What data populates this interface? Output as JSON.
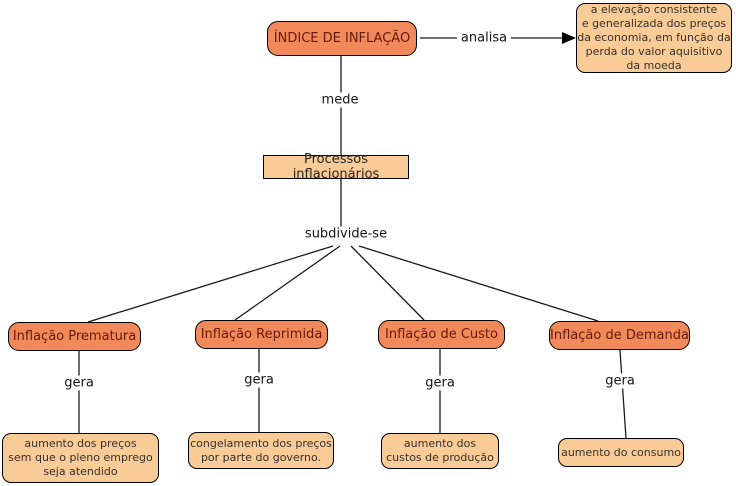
{
  "diagram": {
    "root_node": {
      "label": "ÍNDICE DE INFLAÇÃO"
    },
    "definition_node": {
      "text": "a elevação consistente\ne generalizada dos preços\nda economia, em função da\nperda do valor aquisitivo\nda moeda"
    },
    "process_node": {
      "label": "Processos inflacionários"
    },
    "links": {
      "analisa": "analisa",
      "mede": "mede",
      "subdivide": "subdivide-se"
    },
    "branches": [
      {
        "label": "Inflação Prematura",
        "link": "gera",
        "result": "aumento dos preços\nsem que o pleno emprego\nseja atendido"
      },
      {
        "label": "Inflação Reprimida",
        "link": "gera",
        "result": "congelamento dos preços\npor parte do governo."
      },
      {
        "label": "Inflação de Custo",
        "link": "gera",
        "result": "aumento dos\ncustos de produção"
      },
      {
        "label": "Inflação de Demanda",
        "link": "gera",
        "result": "aumento do consumo"
      }
    ],
    "colors": {
      "node_fill": "#F2895A",
      "leaf_fill": "#F9CB97",
      "node_text": "#651B0C",
      "border": "#000000"
    }
  }
}
